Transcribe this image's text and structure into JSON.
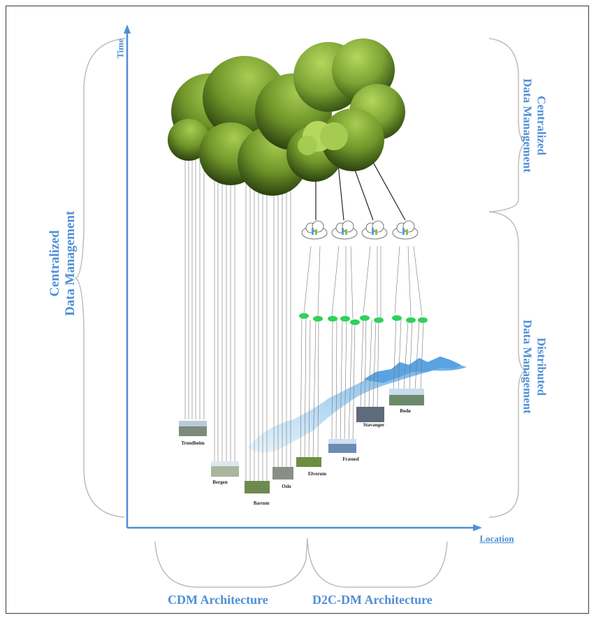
{
  "axes": {
    "y_label": "Time",
    "x_label": "Location"
  },
  "left_label": {
    "line1": "Centralized",
    "line2": "Data Management"
  },
  "right_top_label": {
    "line1": "Centralized",
    "line2": "Data Management"
  },
  "right_bottom_label": {
    "line1": "Distributed",
    "line2": "Data Management"
  },
  "architectures": {
    "left": "CDM Architecture",
    "right": "D2C-DM Architecture"
  },
  "cities": [
    "Trondheim",
    "Bergen",
    "Bærum",
    "Oslo",
    "Elverum",
    "Fræned",
    "Stavanger",
    "Bodø"
  ],
  "colors": {
    "accent": "#4f8fd6",
    "cloud_dark": "#3c5a16",
    "cloud_light": "#9bc24a",
    "fog_node": "#2ed25a",
    "map_water": "#7ab8e8"
  }
}
